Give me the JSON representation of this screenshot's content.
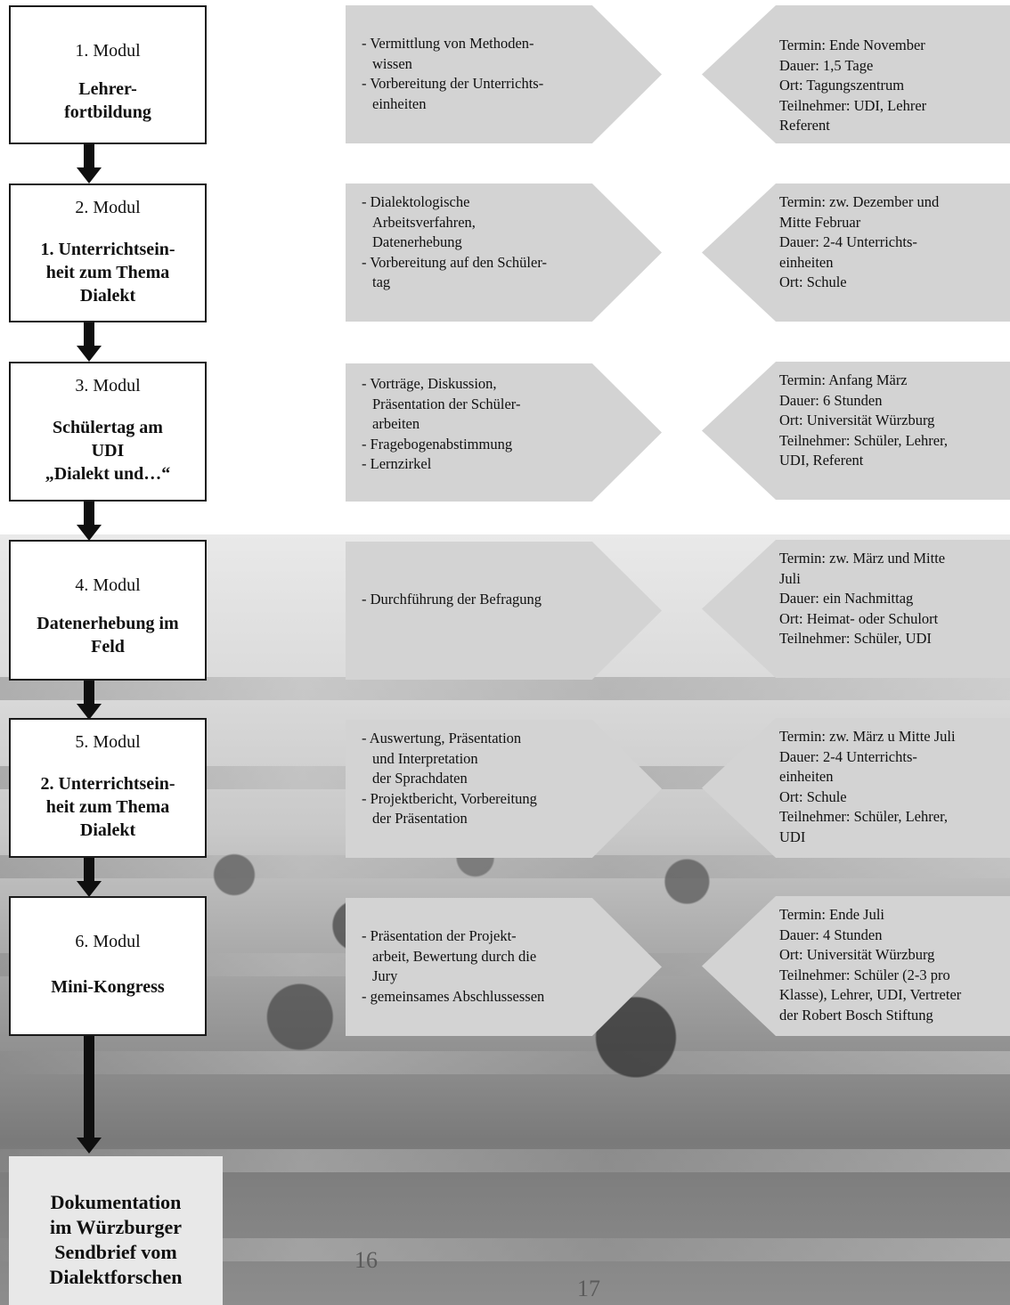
{
  "modules": [
    {
      "number": "1. Modul",
      "title": [
        "Lehrer-",
        "fortbildung"
      ]
    },
    {
      "number": "2. Modul",
      "title": [
        "1. Unterrichtsein-",
        "heit zum Thema",
        "Dialekt"
      ]
    },
    {
      "number": "3. Modul",
      "title": [
        "Schülertag am",
        "UDI",
        "„Dialekt und…“"
      ]
    },
    {
      "number": "4. Modul",
      "title": [
        "Datenerhebung im",
        "Feld"
      ]
    },
    {
      "number": "5. Modul",
      "title": [
        "2. Unterrichtsein-",
        "heit zum Thema",
        "Dialekt"
      ]
    },
    {
      "number": "6. Modul",
      "title": [
        "Mini-Kongress"
      ]
    }
  ],
  "documentation": [
    "Dokumentation",
    "im Würzburger",
    "Sendbrief vom",
    "Dialektforschen"
  ],
  "contents": [
    [
      "- Vermittlung von Methoden-",
      "  wissen",
      "- Vorbereitung der Unterrichts-",
      "  einheiten"
    ],
    [
      "- Dialektologische",
      "  Arbeitsverfahren,",
      "  Datenerhebung",
      "- Vorbereitung auf den Schüler-",
      "  tag"
    ],
    [
      "- Vorträge, Diskussion,",
      "  Präsentation der Schüler-",
      "  arbeiten",
      "-  Fragebogenabstimmung",
      "-  Lernzirkel"
    ],
    [
      "- Durchführung der Befragung"
    ],
    [
      "- Auswertung, Präsentation",
      "  und Interpretation",
      "  der Sprachdaten",
      "- Projektbericht, Vorbereitung",
      "  der Präsentation"
    ],
    [
      "- Präsentation der Projekt-",
      "  arbeit, Bewertung durch die",
      "  Jury",
      "- gemeinsames Abschlussessen"
    ]
  ],
  "details": [
    [
      "Termin: Ende November",
      "Dauer: 1,5 Tage",
      "Ort: Tagungszentrum",
      "Teilnehmer: UDI, Lehrer",
      "Referent"
    ],
    [
      "Termin: zw. Dezember  und",
      "Mitte Februar",
      "Dauer: 2-4 Unterrichts-",
      "einheiten",
      "Ort: Schule"
    ],
    [
      "Termin: Anfang März",
      "Dauer: 6 Stunden",
      "Ort: Universität Würzburg",
      "Teilnehmer: Schüler, Lehrer,",
      "UDI, Referent"
    ],
    [
      "Termin: zw. März und Mitte",
      "Juli",
      "Dauer: ein Nachmittag",
      "Ort: Heimat- oder Schulort",
      "Teilnehmer: Schüler, UDI"
    ],
    [
      "Termin: zw. März u Mitte Juli",
      "Dauer: 2-4 Unterrichts-",
      "einheiten",
      "Ort: Schule",
      "Teilnehmer: Schüler, Lehrer,",
      "UDI"
    ],
    [
      "Termin: Ende Juli",
      "Dauer: 4 Stunden",
      "Ort: Universität Würzburg",
      "Teilnehmer: Schüler (2-3 pro",
      "Klasse), Lehrer, UDI, Vertreter",
      "der Robert Bosch Stiftung"
    ]
  ],
  "photo_labels": [
    "16",
    "17"
  ]
}
